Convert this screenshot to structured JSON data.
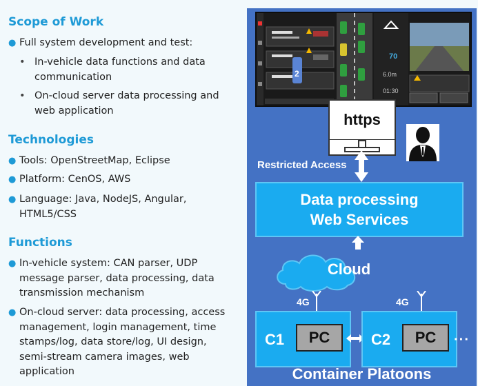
{
  "scope": {
    "heading": "Scope of Work",
    "main": "Full system development and test:",
    "sub1": "In-vehicle data functions and data communication",
    "sub2": "On-cloud server data processing and web application"
  },
  "technologies": {
    "heading": "Technologies",
    "tools": "Tools: OpenStreetMap, Eclipse",
    "platform": "Platform: CenOS, AWS",
    "language": "Language: Java, NodeJS, Angular, HTML5/CSS"
  },
  "functions": {
    "heading": "Functions",
    "invehicle": "In-vehicle system: CAN parser, UDP message parser, data processing, data transmission mechanism",
    "oncloud": "On-cloud server: data processing, access management, login management, time stamps/log, data store/log, UI design, semi-stream camera images, web application"
  },
  "diagram": {
    "https": "https",
    "restricted_access": "Restricted Access",
    "dp_line1": "Data processing",
    "dp_line2": "Web Services",
    "cloud": "Cloud",
    "g4_left": "4G",
    "g4_right": "4G",
    "c1": "C1",
    "c2": "C2",
    "pc": "PC",
    "dots": "···",
    "platoons": "Container Platoons",
    "screen": {
      "top_value": "70",
      "distance": "6.0m",
      "time": "01:30",
      "lane_number": "2"
    }
  },
  "colors": {
    "accent": "#1e9ad6",
    "panel_bg": "#4472c4",
    "box_bg": "#1aabf0"
  }
}
